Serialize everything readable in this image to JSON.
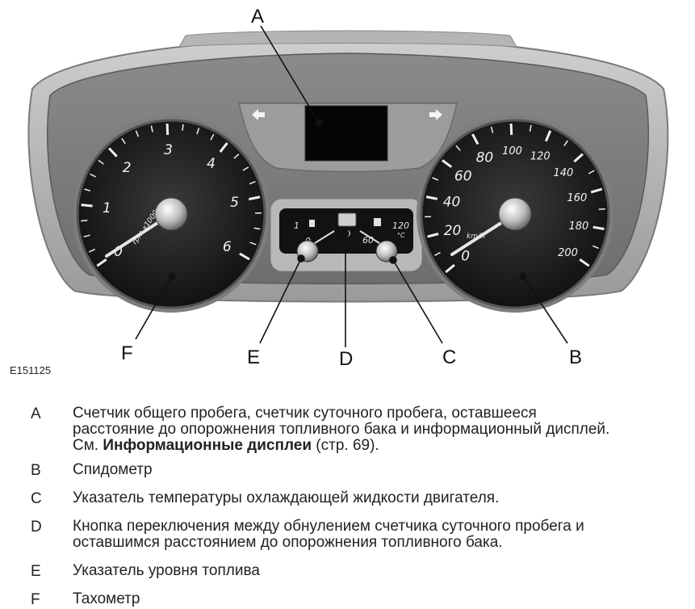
{
  "figure": {
    "callouts": [
      "A",
      "B",
      "C",
      "D",
      "E",
      "F"
    ],
    "figure_id": "E151125",
    "tachometer": {
      "numbers": [
        "0",
        "1",
        "2",
        "3",
        "4",
        "5",
        "6"
      ],
      "unit": "rpm x1000"
    },
    "speedometer": {
      "numbers": [
        "0",
        "20",
        "40",
        "60",
        "80",
        "100",
        "120",
        "140",
        "160",
        "180",
        "200"
      ],
      "unit": "km/h"
    },
    "center_gauges": {
      "fuel_marks": [
        "0",
        "1"
      ],
      "temp_marks": [
        "60",
        "120"
      ],
      "temp_unit": "°C"
    }
  },
  "legend": [
    {
      "key": "A",
      "lines": [
        "Счетчик общего пробега, счетчик суточного пробега, оставшееся",
        "расстояние до опорожнения топливного бака и информационный дисплей."
      ],
      "ref_prefix": "См. ",
      "ref_bold": "Информационные дисплеи",
      "ref_suffix": " (стр. 69)."
    },
    {
      "key": "B",
      "text": "Спидометр"
    },
    {
      "key": "C",
      "text": "Указатель температуры охлаждающей жидкости двигателя."
    },
    {
      "key": "D",
      "lines": [
        "Кнопка переключения между обнулением счетчика суточного пробега и",
        "оставшимся расстоянием до опорожнения топливного бака."
      ]
    },
    {
      "key": "E",
      "text": "Указатель уровня топлива"
    },
    {
      "key": "F",
      "text": "Тахометр"
    }
  ]
}
